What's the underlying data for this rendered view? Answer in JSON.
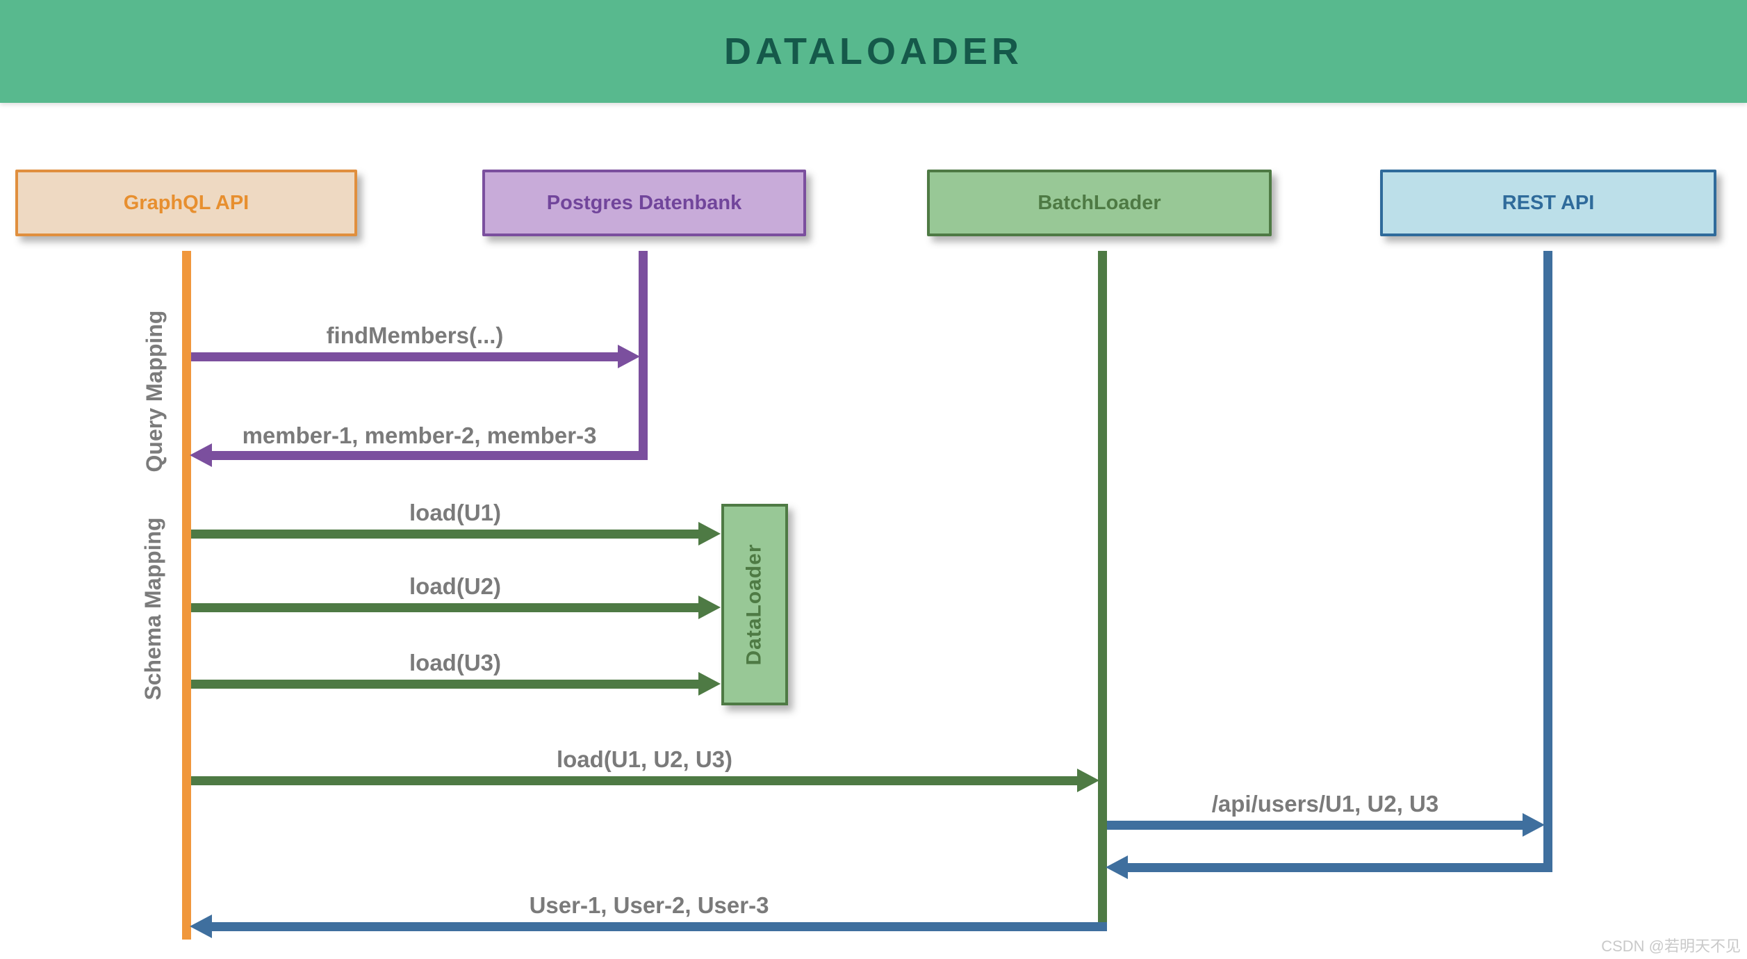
{
  "title": "DATALOADER",
  "actors": [
    {
      "id": "graphql",
      "label": "GraphQL API",
      "fill": "#eed9c2",
      "border": "#e08f3e",
      "text_color": "#e78f2f"
    },
    {
      "id": "postgres",
      "label": "Postgres Datenbank",
      "fill": "#c8abd9",
      "border": "#7b4f9e",
      "text_color": "#71459b"
    },
    {
      "id": "batch",
      "label": "BatchLoader",
      "fill": "#98c896",
      "border": "#4e7a44",
      "text_color": "#4e7a44"
    },
    {
      "id": "rest",
      "label": "REST API",
      "fill": "#bcdfe9",
      "border": "#2f6b9b",
      "text_color": "#2f6b9b"
    }
  ],
  "sections": [
    {
      "label": "Query Mapping"
    },
    {
      "label": "Schema Mapping"
    }
  ],
  "activation": {
    "label": "DataLoader"
  },
  "messages": [
    {
      "from": "GraphQL API",
      "to": "Postgres Datenbank",
      "label": "findMembers(...)",
      "color": "#7b4f9e",
      "direction": "right"
    },
    {
      "from": "Postgres Datenbank",
      "to": "GraphQL API",
      "label": "member-1, member-2, member-3",
      "color": "#7b4f9e",
      "direction": "left"
    },
    {
      "from": "GraphQL API",
      "to": "DataLoader",
      "label": "load(U1)",
      "color": "#4e7a44",
      "direction": "right"
    },
    {
      "from": "GraphQL API",
      "to": "DataLoader",
      "label": "load(U2)",
      "color": "#4e7a44",
      "direction": "right"
    },
    {
      "from": "GraphQL API",
      "to": "DataLoader",
      "label": "load(U3)",
      "color": "#4e7a44",
      "direction": "right"
    },
    {
      "from": "GraphQL API",
      "to": "BatchLoader",
      "label": "load(U1, U2, U3)",
      "color": "#4e7a44",
      "direction": "right"
    },
    {
      "from": "BatchLoader",
      "to": "REST API",
      "label": "/api/users/U1, U2, U3",
      "color": "#3f6f9e",
      "direction": "right"
    },
    {
      "from": "REST API",
      "to": "BatchLoader",
      "label": "",
      "color": "#3f6f9e",
      "direction": "left"
    },
    {
      "from": "BatchLoader",
      "to": "GraphQL API",
      "label": "User-1, User-2, User-3",
      "color": "#3f6f9e",
      "direction": "left"
    }
  ],
  "watermark": "CSDN @若明天不见",
  "colors": {
    "header_bg": "#58b98e",
    "title_text": "#15594a",
    "label_gray": "#7a7a7a",
    "lifeline_orange": "#f0973c",
    "lifeline_purple": "#7b4f9e",
    "lifeline_green": "#4e7a44",
    "lifeline_blue": "#3f6f9e"
  }
}
